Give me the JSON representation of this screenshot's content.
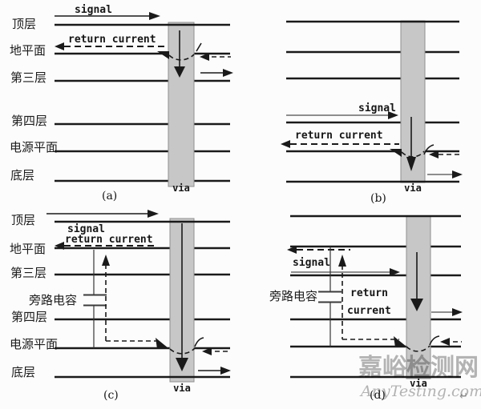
{
  "colors": {
    "line": "#1a1a1a",
    "signal_gray": "#6a6a6a",
    "via_fill": "#c7c7c7",
    "via_border": "#8f8f8f",
    "watermark_gray": "#b5b5b5",
    "background": "#fcfcfc"
  },
  "diagrams": {
    "a": {
      "caption": "(a)",
      "signal_label": "signal",
      "return_label": "return current",
      "via_label": "via",
      "layers": [
        "顶层",
        "地平面",
        "第三层",
        "第四层",
        "电源平面",
        "底层"
      ]
    },
    "b": {
      "caption": "(b)",
      "signal_label": "signal",
      "return_label": "return current",
      "via_label": "via"
    },
    "c": {
      "caption": "(c)",
      "signal_label": "signal",
      "return_label": "return current",
      "via_label": "via",
      "capacitor_label": "旁路电容",
      "layers": [
        "顶层",
        "地平面",
        "第三层",
        "第四层",
        "电源平面",
        "底层"
      ]
    },
    "d": {
      "caption": "(d)",
      "signal_label": "signal",
      "return_label_line1": "return",
      "return_label_line2": "current",
      "via_label": "via",
      "capacitor_label": "旁路电容"
    }
  },
  "watermark": {
    "site_name": "嘉峪检测网",
    "site_domain": "AnyTesting.com",
    "return_mark": "↵"
  }
}
